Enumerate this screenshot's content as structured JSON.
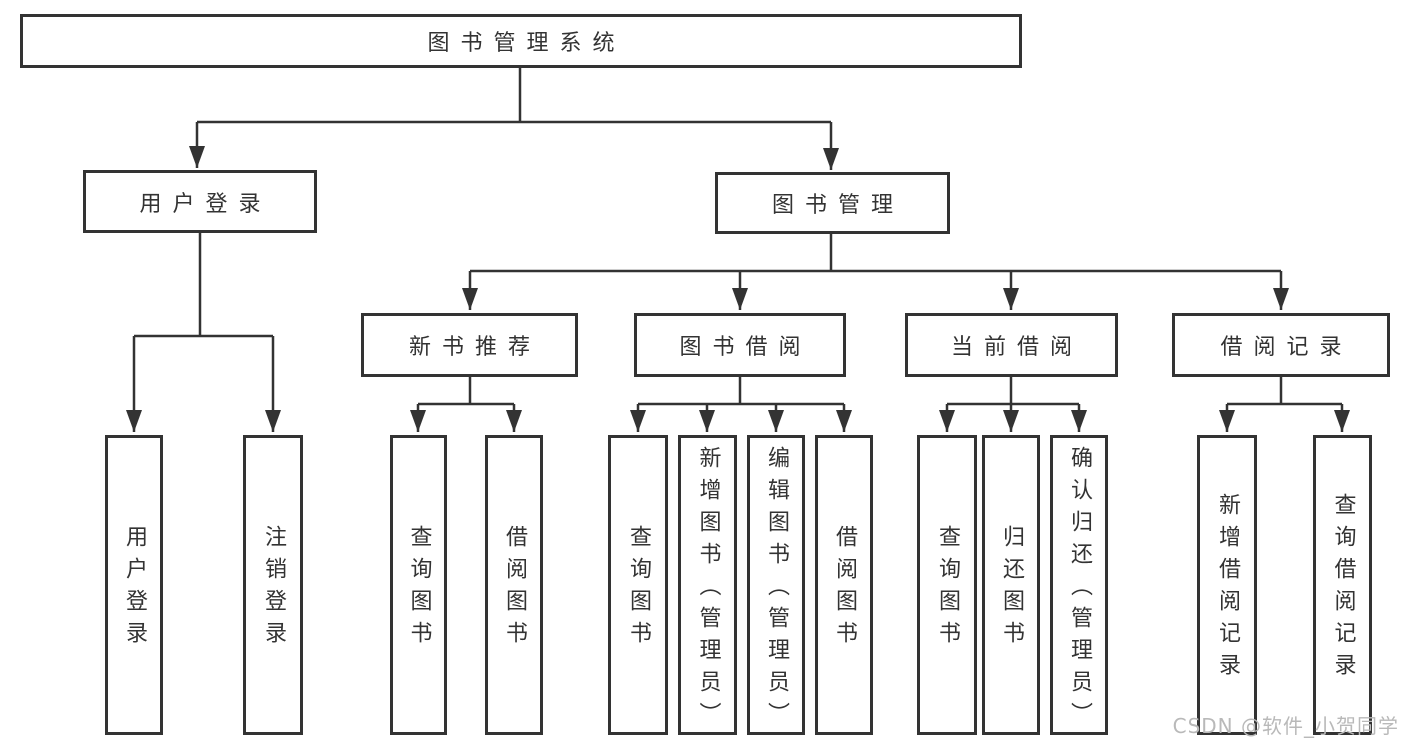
{
  "colors": {
    "line": "#333333",
    "text": "#333333",
    "box-bg": "#ffffff",
    "background": "#ffffff",
    "watermark": "#b9b9b9"
  },
  "diagram": {
    "root": {
      "label": "图书管理系统"
    },
    "branches": [
      {
        "label": "用户登录",
        "children": [
          {
            "label": "用户登录"
          },
          {
            "label": "注销登录"
          }
        ]
      },
      {
        "label": "图书管理",
        "groups": [
          {
            "label": "新书推荐",
            "children": [
              {
                "label": "查询图书"
              },
              {
                "label": "借阅图书"
              }
            ]
          },
          {
            "label": "图书借阅",
            "children": [
              {
                "label": "查询图书"
              },
              {
                "label": "新增图书（管理员）"
              },
              {
                "label": "编辑图书（管理员）"
              },
              {
                "label": "借阅图书"
              }
            ]
          },
          {
            "label": "当前借阅",
            "children": [
              {
                "label": "查询图书"
              },
              {
                "label": "归还图书"
              },
              {
                "label": "确认归还（管理员）"
              }
            ]
          },
          {
            "label": "借阅记录",
            "children": [
              {
                "label": "新增借阅记录"
              },
              {
                "label": "查询借阅记录"
              }
            ]
          }
        ]
      }
    ]
  },
  "watermark": "CSDN @软件_小贺同学"
}
